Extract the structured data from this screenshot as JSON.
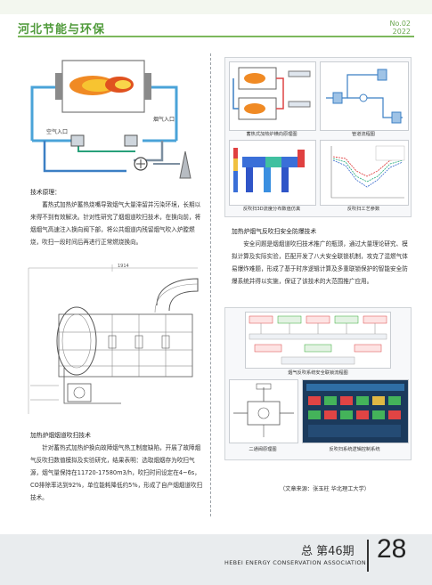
{
  "header": {
    "title": "河北节能与环保",
    "issue_no": "No.02",
    "year": "2022"
  },
  "diagram1": {
    "label_flue": "烟气入口",
    "label_air": "空气入口"
  },
  "section1": {
    "heading": "技术原理：",
    "body": "蓄热式加热炉蓄热烧嘴导致烟气大量滞留并污染环境，长期以来得不到有效解决。针对性研究了烟烟道吹扫技术，在换向前，将烟烟气高速注入换向阀下部，将公共烟道内残留烟气吹入炉膛燃烧，吹扫一段时间后再进行正常燃烧换向。"
  },
  "drawing": {
    "dim_label": "1914"
  },
  "section2": {
    "heading": "加热炉烟烟道吹扫技术",
    "body": "针对蓄热式加热炉换向故障烟气热工制度缺陷，开展了故障烟气反吹扫数值模拟及实验研究，结果表明：选取烟烟存为吹扫气源，烟气量保持在11720-17580m3/h，吹扫时间设定在4~6s，CO排除率达到92%，单位能耗降低约5%，形成了自产烟烟道吹扫技术。"
  },
  "figs_top": {
    "cap_a": "蓄热式加热炉横向原理图",
    "cap_b": "管道流程图",
    "cap_c": "反吹扫3D流度分布数值仿真",
    "cap_d": "反吹扫工艺参数"
  },
  "section3": {
    "heading": "加热炉烟气反吹扫安全防爆技术",
    "body": "安全问题是烟烟道吹扫技术推广的瓶颈，通过大量理论研究、模拟计算及实际实验，匹配开发了八大安全联锁机制，攻克了混燃气体易爆炸难题，形成了基于时序逻辑计算及多重联锁保护的智能安全防爆系统并得以实施，保证了该技术的大范围推广应用。"
  },
  "figs_bottom": {
    "cap_a": "烟气反吹系统安全联锁流程图",
    "cap_b": "二通阀原理图",
    "cap_c": "反吹扫系统逻辑控制系统"
  },
  "source": "（文章来源：张玉柱 华北理工大学）",
  "footer": {
    "issue": "总 第46期",
    "english": "HEBEI ENERGY CONSERVATION ASSOCIATION",
    "page": "28"
  }
}
